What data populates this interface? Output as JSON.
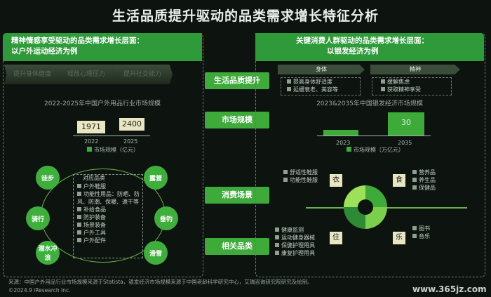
{
  "title": "生活品质提升驱动的品类需求增长特征分析",
  "left_header": {
    "line1": "精神情感享受驱动的品类需求增长层面：",
    "line2": "以户外运动经济为例"
  },
  "right_header": {
    "line1": "关键消费人群驱动的品类需求增长层面：",
    "line2": "以银发经济为例"
  },
  "middle_labels": [
    "生活品质提升",
    "市场规模",
    "消费场景",
    "相关品类"
  ],
  "left_chevrons": [
    "提升身体健康",
    "释放心理压力",
    "提升社交能力"
  ],
  "right_bands": [
    {
      "label": "身体",
      "items": [
        "提高身体舒适度",
        "延缓衰老、美容等"
      ]
    },
    {
      "label": "精神",
      "items": [
        "缓解焦虑",
        "获取精神享受"
      ]
    }
  ],
  "left_market": {
    "title": "2022-2025年中国户外用品行业市场规模",
    "legend": "市场规模（亿元）",
    "chart_data": {
      "type": "bar",
      "categories": [
        "2022",
        "2025"
      ],
      "values": [
        1971,
        2400
      ],
      "labels": [
        "1971",
        "2400"
      ],
      "ylabel": "市场规模（亿元）"
    }
  },
  "right_market": {
    "title": "2023&2035年中国银发经济市场规模",
    "legend": "市场规模（万亿元）",
    "chart_data": {
      "type": "bar",
      "categories": [
        "2023",
        "2035"
      ],
      "values": [
        7,
        30
      ],
      "labels": [
        "",
        "30"
      ],
      "ylabel": "市场规模（万亿元）"
    }
  },
  "left_scenes": {
    "circles": [
      "徒步",
      "骑行",
      "潜水冲浪",
      "露营",
      "垂钓",
      "滑雪"
    ],
    "center_title": "对应品类",
    "items": [
      "户外鞋服",
      "功能性用品：防晒、防风、防潮、保暖、速干等",
      "补给食品",
      "防护装备",
      "场景装备",
      "户外工具",
      "户外配件"
    ]
  },
  "right_scenes": {
    "icons": [
      "衣",
      "食",
      "住",
      "乐"
    ],
    "groups": [
      [
        "舒适性鞋服",
        "功能性鞋服"
      ],
      [
        "营养品",
        "养生品",
        "保健品"
      ],
      [
        "健康监测",
        "运动健身器械",
        "保健护理用具",
        "康复护理用具"
      ],
      [
        "图书",
        "音乐"
      ]
    ]
  },
  "footer": {
    "source": "来源：中国户外用品行业市场规模来源于Statista，银发经济市场规模来源于中国老龄科学研究中心，艾瑞咨询研究院研究及绘制。",
    "copyright": "©2024.9 iResearch Inc.",
    "watermark": "www.365jz.com"
  },
  "colors": {
    "accent": "#3daa3a",
    "value_box": "#e9e7c2",
    "background": "#0d1410"
  }
}
